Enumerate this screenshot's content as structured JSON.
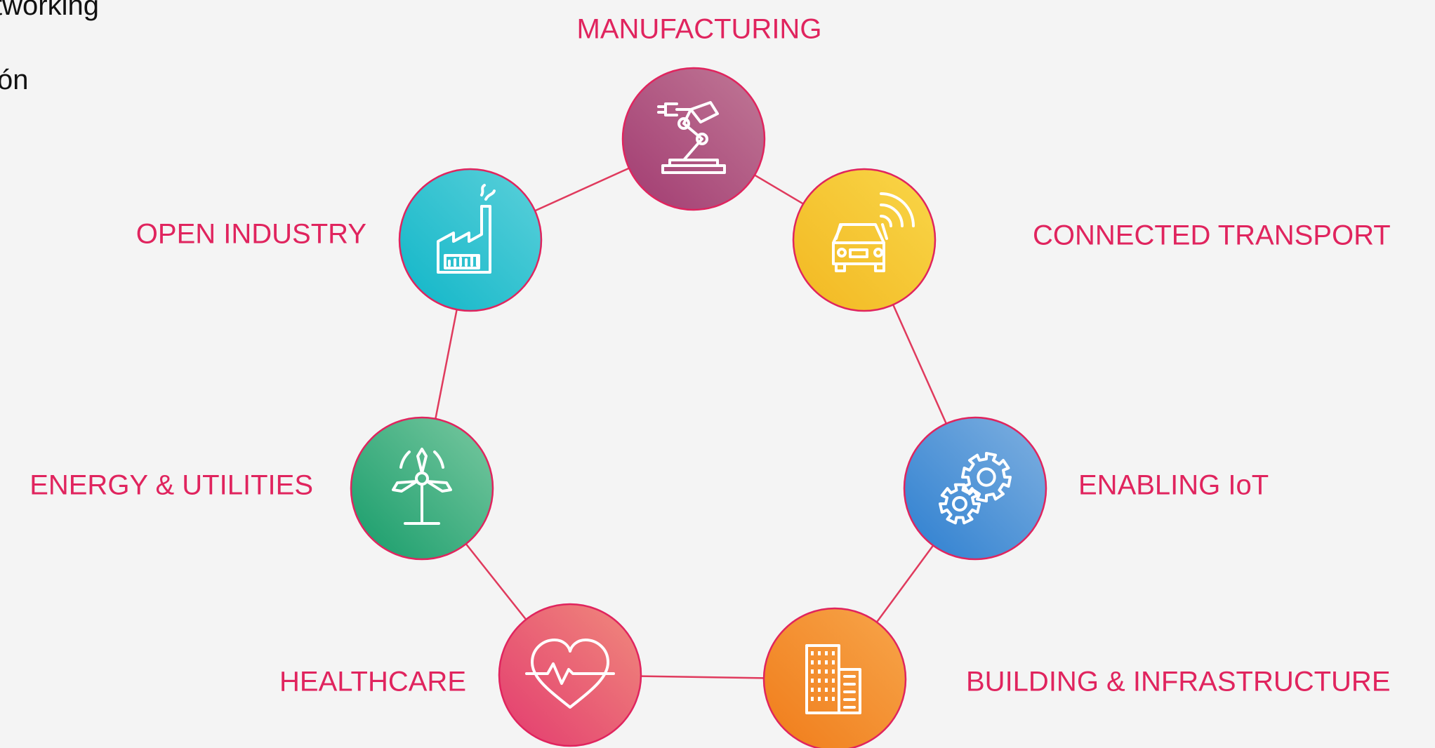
{
  "corner_text": {
    "line1": "tworking",
    "line2": "ón"
  },
  "colors": {
    "label": "#e0245e",
    "connector": "#e03a5d",
    "circle_border": "#e0245e",
    "background": "#f4f4f4"
  },
  "nodes": [
    {
      "id": "manufacturing",
      "label": "MANUFACTURING",
      "icon": "robot-arm-icon",
      "gradient": [
        "#a23b71",
        "#c07896"
      ]
    },
    {
      "id": "connected-transport",
      "label": "CONNECTED TRANSPORT",
      "icon": "connected-car-icon",
      "gradient": [
        "#f2b822",
        "#f9d648"
      ]
    },
    {
      "id": "enabling-iot",
      "label": "ENABLING IoT",
      "icon": "gears-icon",
      "gradient": [
        "#2d7fd0",
        "#7fb0e0"
      ]
    },
    {
      "id": "building-infrastructure",
      "label": "BUILDING & INFRASTRUCTURE",
      "icon": "buildings-icon",
      "gradient": [
        "#f07c1a",
        "#f7a54a"
      ]
    },
    {
      "id": "healthcare",
      "label": "HEALTHCARE",
      "icon": "heartbeat-icon",
      "gradient": [
        "#e33b6f",
        "#f08a7c"
      ]
    },
    {
      "id": "energy-utilities",
      "label": "ENERGY & UTILITIES",
      "icon": "wind-turbine-icon",
      "gradient": [
        "#169c6a",
        "#79c8a0"
      ]
    },
    {
      "id": "open-industry",
      "label": "OPEN INDUSTRY",
      "icon": "factory-icon",
      "gradient": [
        "#10b6c8",
        "#5bd0da"
      ]
    }
  ]
}
